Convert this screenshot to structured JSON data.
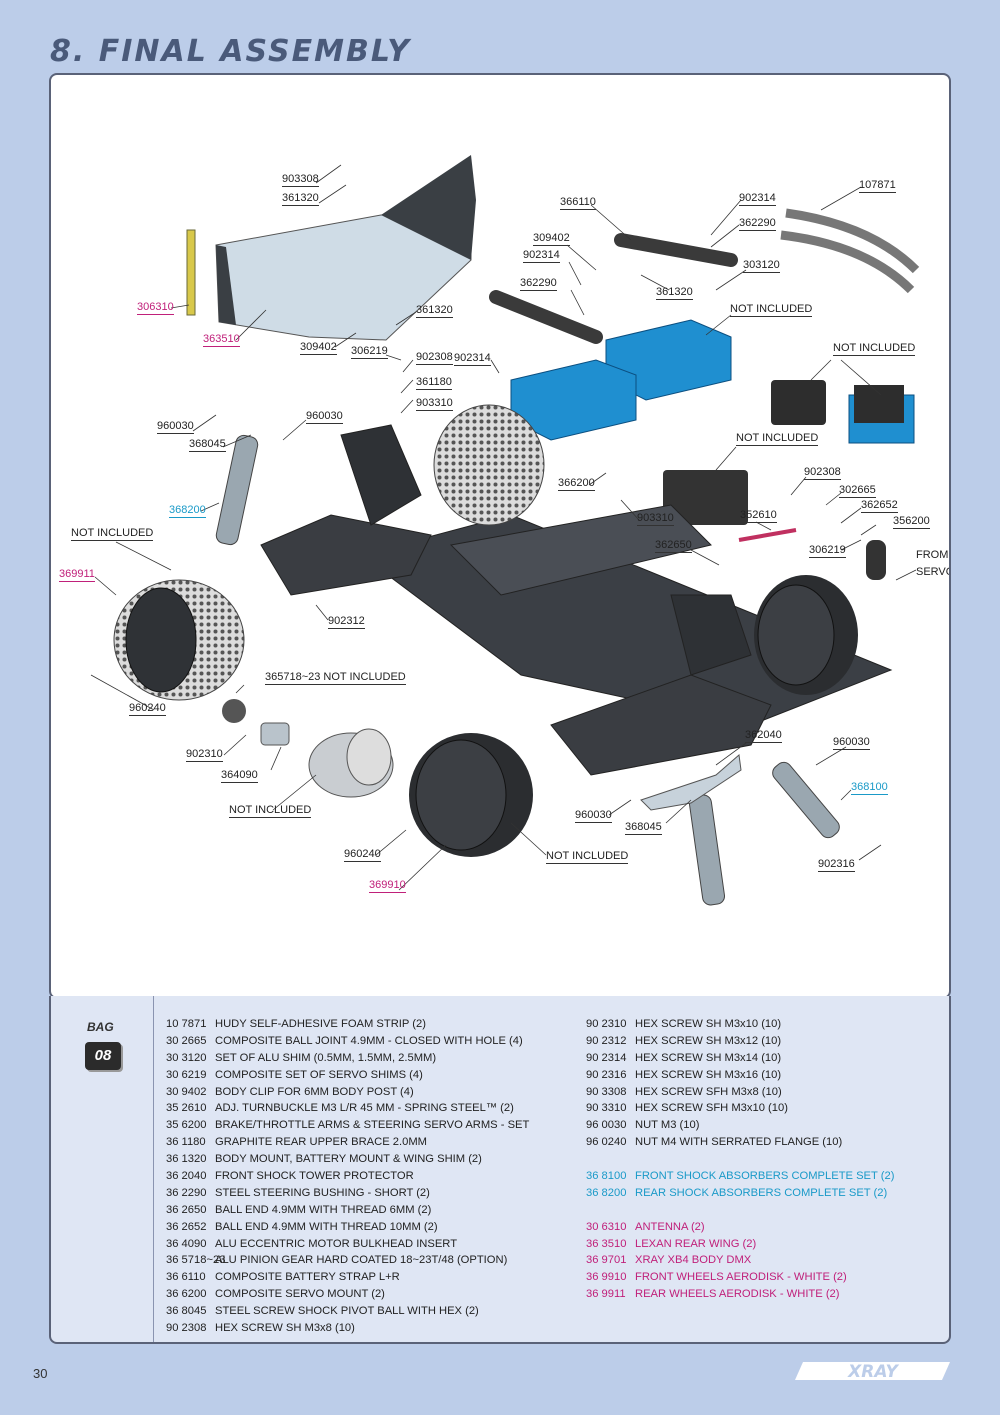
{
  "header": {
    "title": "8. FINAL ASSEMBLY"
  },
  "callouts": [
    {
      "id": "903308",
      "text": "903308",
      "style": ""
    },
    {
      "id": "361320a",
      "text": "361320",
      "style": ""
    },
    {
      "id": "306310",
      "text": "306310",
      "style": "mag"
    },
    {
      "id": "363510",
      "text": "363510",
      "style": "mag"
    },
    {
      "id": "309402a",
      "text": "309402",
      "style": ""
    },
    {
      "id": "306219a",
      "text": "306219",
      "style": ""
    },
    {
      "id": "361320b",
      "text": "361320",
      "style": ""
    },
    {
      "id": "902308a",
      "text": "902308",
      "style": ""
    },
    {
      "id": "361180",
      "text": "361180",
      "style": ""
    },
    {
      "id": "903310a",
      "text": "903310",
      "style": ""
    },
    {
      "id": "960030a",
      "text": "960030",
      "style": ""
    },
    {
      "id": "960030b",
      "text": "960030",
      "style": ""
    },
    {
      "id": "368045a",
      "text": "368045",
      "style": ""
    },
    {
      "id": "368200",
      "text": "368200",
      "style": "cyan"
    },
    {
      "id": "notinc1",
      "text": "NOT INCLUDED",
      "style": ""
    },
    {
      "id": "369911",
      "text": "369911",
      "style": "mag"
    },
    {
      "id": "902312",
      "text": "902312",
      "style": ""
    },
    {
      "id": "960240a",
      "text": "960240",
      "style": ""
    },
    {
      "id": "365718",
      "text": "365718~23 NOT INCLUDED",
      "style": ""
    },
    {
      "id": "902310",
      "text": "902310",
      "style": ""
    },
    {
      "id": "364090",
      "text": "364090",
      "style": ""
    },
    {
      "id": "notinc2",
      "text": "NOT INCLUDED",
      "style": ""
    },
    {
      "id": "960240b",
      "text": "960240",
      "style": ""
    },
    {
      "id": "369910",
      "text": "369910",
      "style": "mag"
    },
    {
      "id": "notinc3",
      "text": "NOT INCLUDED",
      "style": ""
    },
    {
      "id": "366110",
      "text": "366110",
      "style": ""
    },
    {
      "id": "309402b",
      "text": "309402",
      "style": ""
    },
    {
      "id": "902314a",
      "text": "902314",
      "style": ""
    },
    {
      "id": "362290a",
      "text": "362290",
      "style": ""
    },
    {
      "id": "902314b",
      "text": "902314",
      "style": ""
    },
    {
      "id": "902314c",
      "text": "902314",
      "style": ""
    },
    {
      "id": "362290b",
      "text": "362290",
      "style": ""
    },
    {
      "id": "303120",
      "text": "303120",
      "style": ""
    },
    {
      "id": "361320c",
      "text": "361320",
      "style": ""
    },
    {
      "id": "notinc4",
      "text": "NOT INCLUDED",
      "style": ""
    },
    {
      "id": "107871",
      "text": "107871",
      "style": ""
    },
    {
      "id": "notinc5",
      "text": "NOT INCLUDED",
      "style": ""
    },
    {
      "id": "notinc6",
      "text": "NOT INCLUDED",
      "style": ""
    },
    {
      "id": "366200",
      "text": "366200",
      "style": ""
    },
    {
      "id": "903310b",
      "text": "903310",
      "style": ""
    },
    {
      "id": "902308b",
      "text": "902308",
      "style": ""
    },
    {
      "id": "302665",
      "text": "302665",
      "style": ""
    },
    {
      "id": "362652",
      "text": "362652",
      "style": ""
    },
    {
      "id": "352610",
      "text": "352610",
      "style": ""
    },
    {
      "id": "356200",
      "text": "356200",
      "style": ""
    },
    {
      "id": "362650",
      "text": "362650",
      "style": ""
    },
    {
      "id": "306219b",
      "text": "306219",
      "style": ""
    },
    {
      "id": "from",
      "text": "FROM",
      "style": "nb"
    },
    {
      "id": "servo",
      "text": "SERVO",
      "style": "nb"
    },
    {
      "id": "362040",
      "text": "362040",
      "style": ""
    },
    {
      "id": "960030c",
      "text": "960030",
      "style": ""
    },
    {
      "id": "368100",
      "text": "368100",
      "style": "cyan"
    },
    {
      "id": "960030d",
      "text": "960030",
      "style": ""
    },
    {
      "id": "368045b",
      "text": "368045",
      "style": ""
    },
    {
      "id": "902316",
      "text": "902316",
      "style": ""
    }
  ],
  "bag": {
    "label": "BAG",
    "number": "08"
  },
  "parts_left": [
    {
      "code": "10 7871",
      "desc": "HUDY SELF-ADHESIVE FOAM STRIP (2)"
    },
    {
      "code": "30 2665",
      "desc": "COMPOSITE BALL JOINT 4.9MM - CLOSED WITH HOLE (4)"
    },
    {
      "code": "30 3120",
      "desc": "SET OF ALU SHIM (0.5MM, 1.5MM, 2.5MM)"
    },
    {
      "code": "30 6219",
      "desc": "COMPOSITE SET OF SERVO SHIMS (4)"
    },
    {
      "code": "30 9402",
      "desc": "BODY CLIP FOR 6MM BODY POST (4)"
    },
    {
      "code": "35 2610",
      "desc": "ADJ. TURNBUCKLE M3 L/R 45 MM  - SPRING STEEL™ (2)"
    },
    {
      "code": "35 6200",
      "desc": "BRAKE/THROTTLE ARMS & STEERING SERVO ARMS - SET"
    },
    {
      "code": "36 1180",
      "desc": "GRAPHITE REAR UPPER BRACE 2.0MM"
    },
    {
      "code": "36 1320",
      "desc": "BODY MOUNT, BATTERY MOUNT & WING SHIM (2)"
    },
    {
      "code": "36 2040",
      "desc": "FRONT SHOCK TOWER PROTECTOR"
    },
    {
      "code": "36 2290",
      "desc": "STEEL STEERING BUSHING - SHORT (2)"
    },
    {
      "code": "36 2650",
      "desc": "BALL END 4.9MM WITH THREAD 6MM (2)"
    },
    {
      "code": "36 2652",
      "desc": "BALL END 4.9MM WITH THREAD 10MM (2)"
    },
    {
      "code": "36 4090",
      "desc": "ALU ECCENTRIC MOTOR BULKHEAD INSERT"
    },
    {
      "code": "36 5718~23",
      "desc": "ALU PINION GEAR HARD COATED 18~23T/48 (OPTION)"
    },
    {
      "code": "36 6110",
      "desc": "COMPOSITE BATTERY STRAP L+R"
    },
    {
      "code": "36 6200",
      "desc": "COMPOSITE SERVO MOUNT (2)"
    },
    {
      "code": "36 8045",
      "desc": "STEEL SCREW SHOCK PIVOT BALL WITH HEX (2)"
    },
    {
      "code": "90 2308",
      "desc": "HEX SCREW  SH M3x8  (10)"
    }
  ],
  "parts_right": [
    {
      "code": "90 2310",
      "desc": "HEX SCREW  SH M3x10  (10)",
      "style": ""
    },
    {
      "code": "90 2312",
      "desc": "HEX SCREW  SH M3x12  (10)",
      "style": ""
    },
    {
      "code": "90 2314",
      "desc": "HEX SCREW  SH M3x14  (10)",
      "style": ""
    },
    {
      "code": "90 2316",
      "desc": "HEX SCREW  SH M3x16  (10)",
      "style": ""
    },
    {
      "code": "90 3308",
      "desc": "HEX SCREW  SFH M3x8  (10)",
      "style": ""
    },
    {
      "code": "90 3310",
      "desc": "HEX SCREW  SFH M3x10  (10)",
      "style": ""
    },
    {
      "code": "96 0030",
      "desc": "NUT M3  (10)",
      "style": ""
    },
    {
      "code": "96 0240",
      "desc": "NUT M4 WITH SERRATED FLANGE  (10)",
      "style": ""
    },
    {
      "code": "",
      "desc": "",
      "style": "gap"
    },
    {
      "code": "36 8100",
      "desc": "FRONT SHOCK ABSORBERS COMPLETE SET (2)",
      "style": "cy"
    },
    {
      "code": "36 8200",
      "desc": "REAR SHOCK ABSORBERS COMPLETE SET (2)",
      "style": "cy"
    },
    {
      "code": "",
      "desc": "",
      "style": "gap"
    },
    {
      "code": "30 6310",
      "desc": "ANTENNA (2)",
      "style": "mg"
    },
    {
      "code": "36 3510",
      "desc": "LEXAN REAR WING (2)",
      "style": "mg"
    },
    {
      "code": "36 9701",
      "desc": "XRAY XB4 BODY DMX",
      "style": "mg"
    },
    {
      "code": "36 9910",
      "desc": "FRONT WHEELS AERODISK - WHITE (2)",
      "style": "mg"
    },
    {
      "code": "36 9911",
      "desc": "REAR WHEELS AERODISK - WHITE (2)",
      "style": "mg"
    }
  ],
  "footer": {
    "page_number": "30",
    "brand": "XRAY"
  }
}
